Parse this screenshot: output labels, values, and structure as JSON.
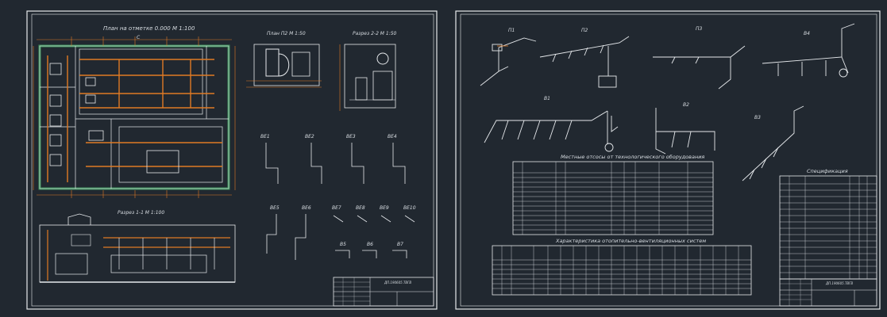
{
  "sheet1": {
    "title_plan": "План на отметке 0.000 М 1:100",
    "title_plan_p2": "План П2 М 1:50",
    "title_section22": "Разрез 2-2 М 1:50",
    "title_section11": "Разрез 1-1 М 1:100",
    "riser_labels_top": [
      "ВЕ1",
      "ВЕ2",
      "ВЕ3",
      "ВЕ4"
    ],
    "riser_labels_bottom": [
      "ВЕ5",
      "ВЕ6",
      "ВЕ7",
      "ВЕ8",
      "ВЕ9",
      "ВЕ10"
    ],
    "riser_labels_small": [
      "В5",
      "В6",
      "В7"
    ],
    "stamp_code": "ДП.190605.ТВГВ"
  },
  "sheet2": {
    "system_labels": [
      "П1",
      "П2",
      "П3",
      "В4",
      "В1",
      "В2",
      "В3"
    ],
    "table1_title": "Местные отсосы от технологического оборудования",
    "table2_title": "Характеристика отопительно-вентиляционных систем",
    "spec_title": "Спецификация",
    "stamp_code": "ДП.190605.ТВГВ"
  },
  "colors": {
    "background": "#212830",
    "lines": "#e6e9ec",
    "ducts": "#e07a24",
    "walls": "#3c8f5a"
  }
}
